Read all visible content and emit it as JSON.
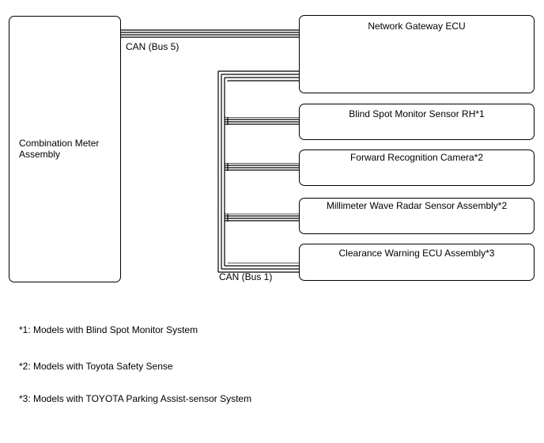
{
  "diagram": {
    "left_box": {
      "label": "Combination Meter\nAssembly"
    },
    "right_boxes": [
      {
        "id": "gateway",
        "label": "Network Gateway ECU"
      },
      {
        "id": "bsm",
        "label": "Blind Spot Monitor Sensor RH*1"
      },
      {
        "id": "frc",
        "label": "Forward Recognition Camera*2"
      },
      {
        "id": "mwr",
        "label": "Millimeter Wave Radar Sensor Assembly*2"
      },
      {
        "id": "cwe",
        "label": "Clearance Warning ECU Assembly*3"
      }
    ],
    "bus_labels": {
      "bus5": "CAN (Bus 5)",
      "bus1": "CAN (Bus 1)"
    }
  },
  "notes": [
    "*1: Models with Blind Spot Monitor System",
    "*2: Models with Toyota Safety Sense",
    "*3: Models with TOYOTA Parking Assist-sensor System"
  ]
}
